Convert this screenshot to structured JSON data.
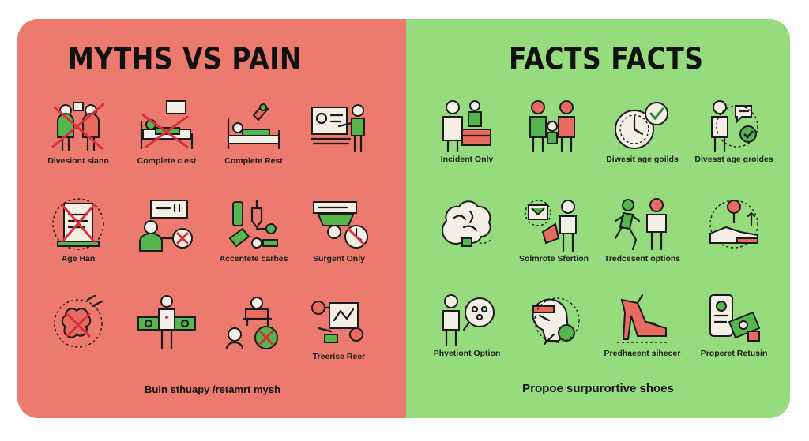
{
  "left": {
    "title": "MYTHS VS PAIN",
    "items": [
      {
        "label": "Divesiont siann",
        "icon": "two-people-crossed-icon"
      },
      {
        "label": "Complete c est",
        "icon": "bed-rest-crossed-icon"
      },
      {
        "label": "Complete Rest",
        "icon": "bed-rest-icon"
      },
      {
        "label": "",
        "icon": "teacher-board-icon"
      },
      {
        "label": "Age Han",
        "icon": "document-crossed-icon"
      },
      {
        "label": "",
        "icon": "person-machine-crossed-icon"
      },
      {
        "label": "Accentete carhes",
        "icon": "medicine-dropper-icon"
      },
      {
        "label": "Surgent Only",
        "icon": "surgery-crossed-icon"
      },
      {
        "label": "",
        "icon": "crossed-circle-icon"
      },
      {
        "label": "",
        "icon": "person-money-icon"
      },
      {
        "label": "",
        "icon": "patient-crossed-icon"
      },
      {
        "label": "Treerise Reer",
        "icon": "exercise-icon"
      }
    ],
    "footer": "Buin sthuapy /retamrt mysh",
    "color": "#ec7a6e"
  },
  "right": {
    "title": "FACTS FACTS",
    "items": [
      {
        "label": "Incident Only",
        "icon": "doctor-desk-icon"
      },
      {
        "label": "",
        "icon": "family-icon"
      },
      {
        "label": "Diwesit age goilds",
        "icon": "clock-check-icon"
      },
      {
        "label": "Divesst age groides",
        "icon": "person-chat-check-icon"
      },
      {
        "label": "",
        "icon": "brain-icon"
      },
      {
        "label": "Solmrote Sfertion",
        "icon": "person-screen-icon"
      },
      {
        "label": "Tredcesent options",
        "icon": "runner-icon"
      },
      {
        "label": "",
        "icon": "shoe-idea-icon"
      },
      {
        "label": "Phyetiont Option",
        "icon": "person-thought-icon"
      },
      {
        "label": "",
        "icon": "head-exam-icon"
      },
      {
        "label": "Predhaeent sihecer",
        "icon": "high-heel-icon"
      },
      {
        "label": "Properet Retusin",
        "icon": "phone-card-icon"
      }
    ],
    "footer": "Propoe surpurortive shoes",
    "color": "#96dc7e"
  }
}
